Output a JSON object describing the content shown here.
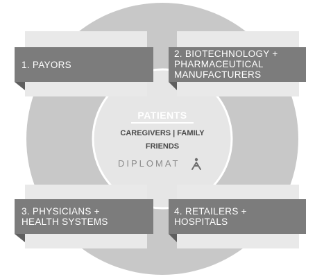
{
  "center": {
    "title": "PATIENTS",
    "line1": "CAREGIVERS | FAMILY",
    "line2": "FRIENDS",
    "logo_text": "DIPLOMAT"
  },
  "quadrants": [
    {
      "label": "1. PAYORS"
    },
    {
      "label": "2. BIOTECHNOLOGY +\nPHARMACEUTICAL\nMANUFACTURERS"
    },
    {
      "label": "3. PHYSICIANS +\nHEALTH SYSTEMS"
    },
    {
      "label": "4. RETAILERS +\nHOSPITALS"
    }
  ],
  "colors": {
    "outer_circle": "#c8c8c8",
    "inner_circle": "#e6e6e6",
    "box_light": "#e9e9e9",
    "box_dark": "#7c7c7c",
    "fold": "#5f5f5f",
    "text_dark": "#4a4a4a"
  }
}
